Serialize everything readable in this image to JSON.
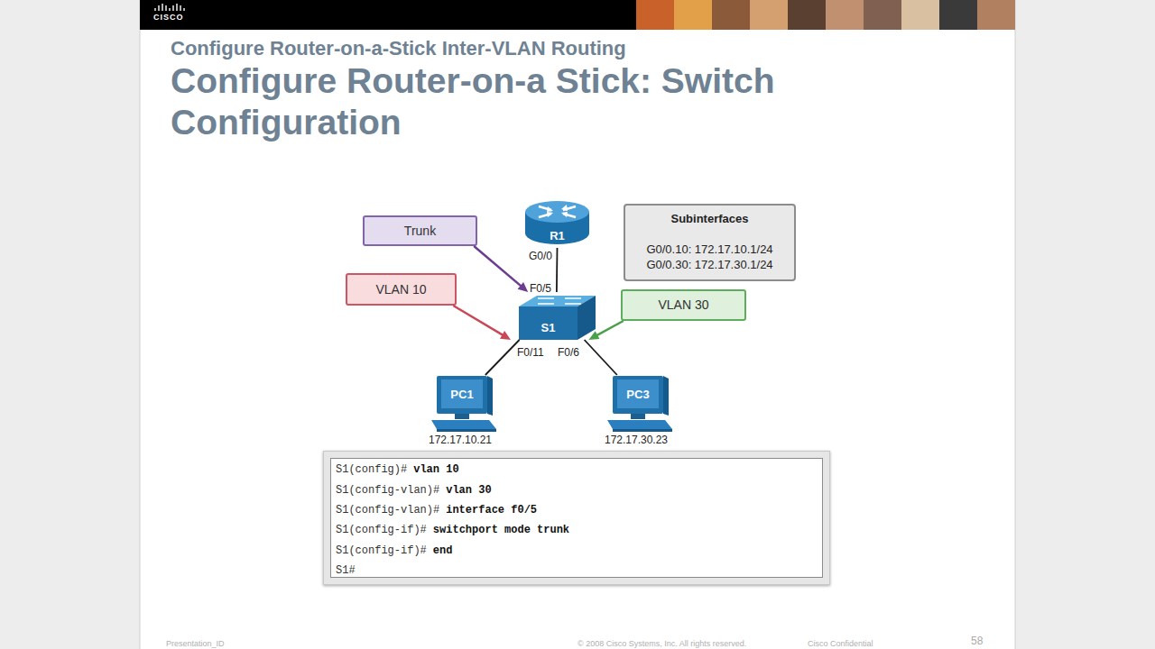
{
  "diagram": {
    "title": "Configure Router-on-a Stick: Switch Configuration",
    "nodes": [
      {
        "text": [
          "R1"
        ]
      },
      {
        "text": [
          "Subinterfaces",
          "G0/0.10: 172.17.10.1/24 G0/0.30: 172.17.30.1/24"
        ]
      },
      {
        "text": [
          "Trunk"
        ]
      },
      {
        "text": [
          "VLAN 10"
        ]
      },
      {
        "text": [
          "VLAN 30"
        ]
      },
      {
        "text": [
          "S1"
        ]
      },
      {
        "text": [
          "PC1",
          "172.17.10.21"
        ]
      },
      {
        "text": [
          "PC3",
          "172.17.30.23"
        ]
      },
      {
        "text": [
          "S1(config)#",
          "vlan 10",
          "S1(config-vlan)#",
          "vlan 30",
          "S1(config-vlan)#",
          "interface f0/5",
          "S1(config-if)#",
          "switchport mode trunk",
          "S1(config-if)#",
          "end",
          "S1#"
        ]
      }
    ],
    "edges": [
      {
        "from": 0,
        "to": 5,
        "arrow": "none"
      },
      {
        "from": 5,
        "to": 6,
        "arrow": "none"
      },
      {
        "from": 5,
        "to": 7,
        "arrow": "none"
      },
      {
        "from": 2,
        "to": 5,
        "arrow": "to"
      },
      {
        "from": 3,
        "to": 5,
        "arrow": "to"
      },
      {
        "from": 4,
        "to": 5,
        "arrow": "to"
      }
    ],
    "labels": [
      "CISCO",
      "Configure Router-on-a-Stick Inter-VLAN Routing",
      "G0/0",
      "F0/5",
      "F0/11",
      "F0/6",
      "Presentation_ID",
      "© 2008 Cisco Systems, Inc. All rights reserved.",
      "Cisco Confidential",
      "58"
    ]
  }
}
